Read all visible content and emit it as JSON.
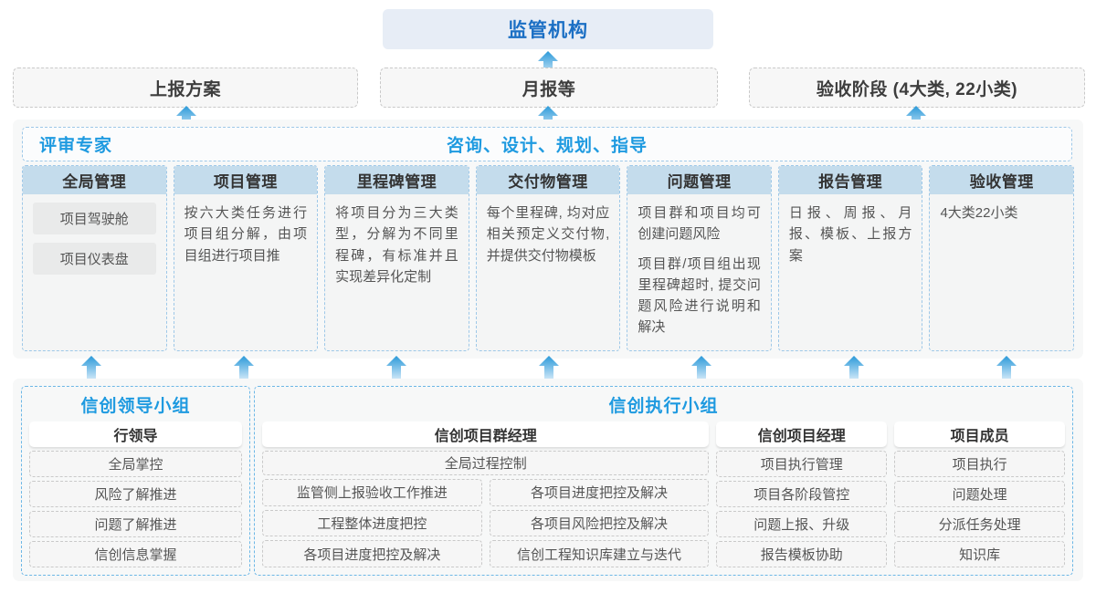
{
  "top": {
    "regulator": "监管机构",
    "deliverables": [
      {
        "label": "上报方案"
      },
      {
        "label": "月报等"
      },
      {
        "label": "验收阶段 (4大类, 22小类)"
      }
    ]
  },
  "middle": {
    "band_left": "评审专家",
    "band_center": "咨询、设计、规划、指导",
    "cards": [
      {
        "title": "全局管理",
        "pills": [
          "项目驾驶舱",
          "项目仪表盘"
        ],
        "paras": []
      },
      {
        "title": "项目管理",
        "pills": [],
        "paras": [
          "按六大类任务进行项目组分解，由项目组进行项目推"
        ]
      },
      {
        "title": "里程碑管理",
        "pills": [],
        "paras": [
          "将项目分为三大类型，分解为不同里程碑，有标准并且实现差异化定制"
        ]
      },
      {
        "title": "交付物管理",
        "pills": [],
        "paras": [
          "每个里程碑, 均对应相关预定义交付物, 并提供交付物模板"
        ]
      },
      {
        "title": "问题管理",
        "pills": [],
        "paras": [
          "项目群和项目均可创建问题风险",
          "项目群/项目组出现里程碑超时, 提交问题风险进行说明和解决"
        ]
      },
      {
        "title": "报告管理",
        "pills": [],
        "paras": [
          "日报、周报、月报、模板、上报方案"
        ]
      },
      {
        "title": "验收管理",
        "pills": [],
        "paras": [
          "4大类22小类"
        ]
      }
    ]
  },
  "bottom": {
    "leading_group": {
      "title": "信创领导小组",
      "role": "行领导",
      "tasks": [
        "全局掌控",
        "风险了解推进",
        "问题了解推进",
        "信创信息掌握"
      ]
    },
    "execution_group": {
      "title": "信创执行小组",
      "program_manager": {
        "role": "信创项目群经理",
        "full_width_task": "全局过程控制",
        "left_tasks": [
          "监管侧上报验收工作推进",
          "工程整体进度把控",
          "各项目进度把控及解决"
        ],
        "right_tasks": [
          "各项目进度把控及解决",
          "各项目风险把控及解决",
          "信创工程知识库建立与迭代"
        ]
      },
      "project_manager": {
        "role": "信创项目经理",
        "tasks": [
          "项目执行管理",
          "项目各阶段管控",
          "问题上报、升级",
          "报告模板协助"
        ]
      },
      "project_member": {
        "role": "项目成员",
        "tasks": [
          "项目执行",
          "问题处理",
          "分派任务处理",
          "知识库"
        ]
      }
    }
  },
  "colors": {
    "accent_blue": "#1e9ae0",
    "title_blue": "#1b6fc4",
    "card_head": "#c4dcec",
    "top_box": "#e7edf6",
    "arrow_top": "#2b9ad9",
    "arrow_bottom": "#bfe2f5"
  },
  "arrows": {
    "count_top": 3,
    "count_mid": 7,
    "direction": "up"
  }
}
